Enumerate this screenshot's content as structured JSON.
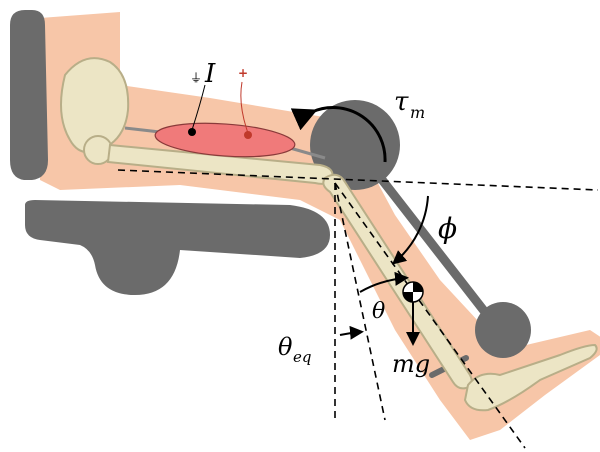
{
  "symbols": {
    "current": "I",
    "torque": "τ",
    "torque_sub": "m",
    "phi": "ϕ",
    "theta": "θ",
    "theta_eq": "θ",
    "theta_eq_sub": "eq",
    "weight": "mg"
  },
  "electrode_signs": {
    "minus": "⏚",
    "plus": "+"
  },
  "colors": {
    "skin": "#f7c6a8",
    "device": "#6b6b6b",
    "muscle": "#f07a7a",
    "bone": "#ece5c5",
    "bone_edge": "#b8ae88",
    "electrode_plus": "#c0392b"
  }
}
